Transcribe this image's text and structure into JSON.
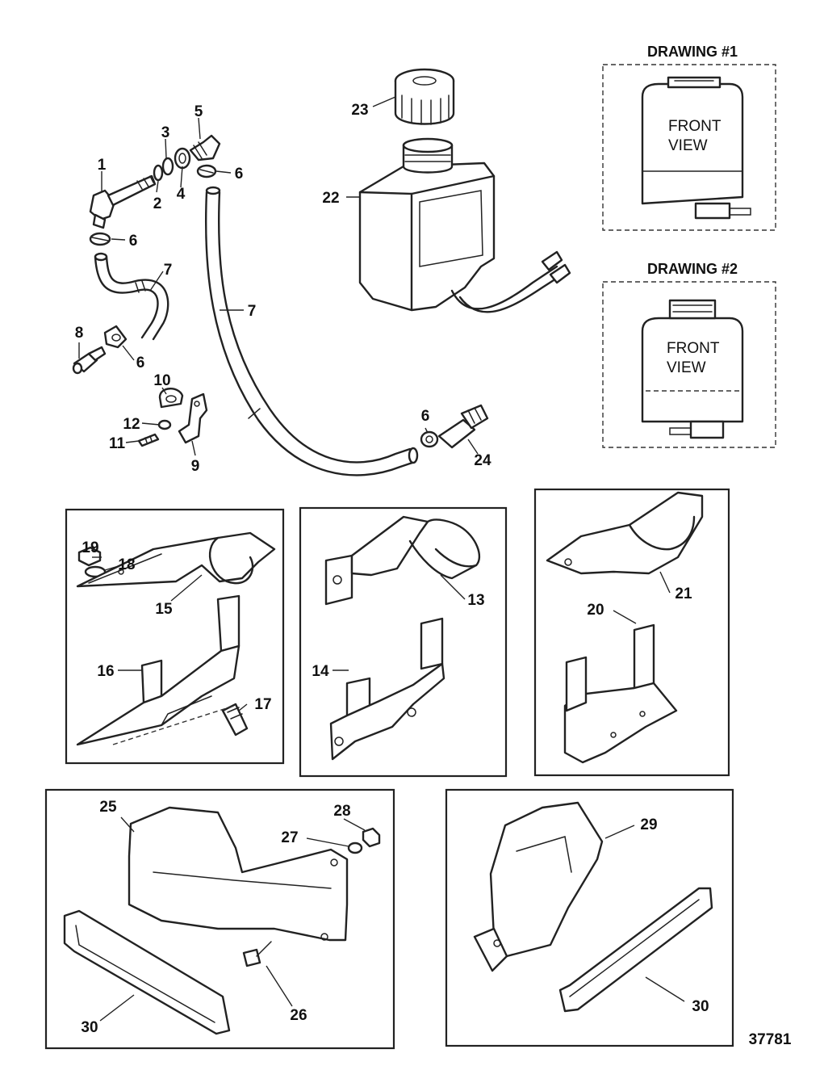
{
  "drawing1": {
    "title": "DRAWING #1",
    "line1": "FRONT",
    "line2": "VIEW"
  },
  "drawing2": {
    "title": "DRAWING #2",
    "line1": "FRONT",
    "line2": "VIEW"
  },
  "figure_number": "37781",
  "callouts": {
    "c1": "1",
    "c2": "2",
    "c3": "3",
    "c4": "4",
    "c5": "5",
    "c6a": "6",
    "c6b": "6",
    "c6c": "6",
    "c6d": "6",
    "c7a": "7",
    "c7b": "7",
    "c8": "8",
    "c9": "9",
    "c10": "10",
    "c11": "11",
    "c12": "12",
    "c13": "13",
    "c14": "14",
    "c15": "15",
    "c16": "16",
    "c17": "17",
    "c18": "18",
    "c19": "19",
    "c20": "20",
    "c21": "21",
    "c22": "22",
    "c23": "23",
    "c24": "24",
    "c25": "25",
    "c26": "26",
    "c27": "27",
    "c28": "28",
    "c29": "29",
    "c30a": "30",
    "c30b": "30"
  }
}
